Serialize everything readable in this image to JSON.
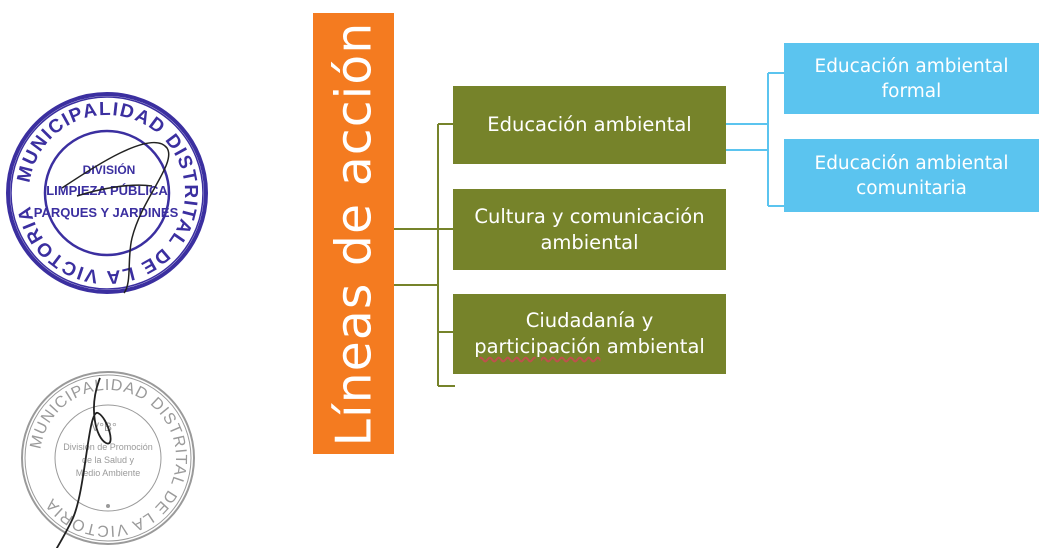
{
  "title": "Líneas de acción",
  "branches": [
    {
      "label": "Educación ambiental"
    },
    {
      "label_line1": "Cultura y comunicación",
      "label_line2": "ambiental"
    },
    {
      "label_line1": "Ciudadanía y",
      "label_line2_a": "participación",
      "label_line2_b": " ambiental"
    }
  ],
  "sub_branches": [
    {
      "line1": "Educación ambiental",
      "line2": "formal"
    },
    {
      "line1": "Educación ambiental",
      "line2": "comunitaria"
    }
  ],
  "seal_top": {
    "ring_text": "MUNICIPALIDAD DISTRITAL DE LA VICTORIA",
    "line1": "DIVISIÓN",
    "line2": "LIMPIEZA PÚBLICA",
    "line3": "PARQUES Y JARDINES",
    "color": "#3b2fa0"
  },
  "seal_bottom": {
    "ring_text": "MUNICIPALIDAD DISTRITAL DE LA VICTORIA",
    "line1": "V°B°",
    "line2": "División de Promoción",
    "line3": "de la Salud y",
    "line4": "Medio Ambiente",
    "color": "#9a9a9a"
  },
  "colors": {
    "title_bg": "#f47b20",
    "branch_bg": "#76832a",
    "sub_bg": "#5bc4ef",
    "connector_left": "#76832a",
    "connector_right": "#5bc4ef"
  }
}
